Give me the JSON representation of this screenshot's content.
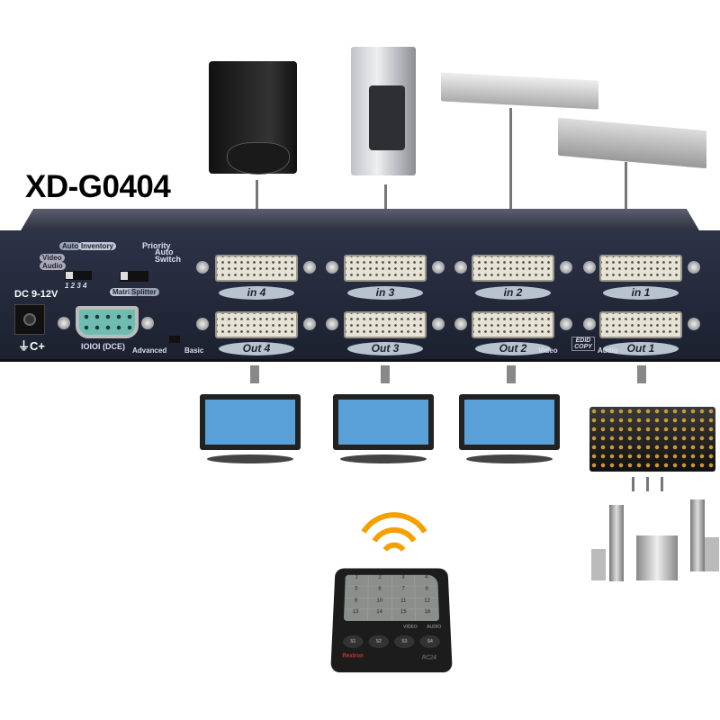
{
  "title": "XD-G0404",
  "panel": {
    "power_label": "DC 9-12V",
    "power_symbol": "⏚C+",
    "serial_label": "IOIOI (DCE)",
    "auto_label": "Auto",
    "inventory_label": "Inventory",
    "video_label": "Video",
    "audio_label": "Audio",
    "dip_numbers": "1 2 3 4",
    "priority_label": "Priority",
    "auto2_label": "Auto",
    "switch_label": "Switch",
    "matrix_label": "Matrix",
    "splitter_label": "Splitter",
    "advanced_label": "Advanced",
    "basic_label": "Basic",
    "inputs": [
      "in 4",
      "in 3",
      "in 2",
      "in 1"
    ],
    "outputs": [
      "Out 4",
      "Out 3",
      "Out 2",
      "Out 1"
    ],
    "edid_label": "EDID COPY",
    "edid_video": "Video",
    "edid_audio": "Audio"
  },
  "remote": {
    "keys": [
      "1",
      "2",
      "3",
      "4",
      "5",
      "6",
      "7",
      "8",
      "9",
      "10",
      "11",
      "12",
      "13",
      "14",
      "15",
      "16"
    ],
    "buttons": [
      "S1",
      "S2",
      "S3",
      "S4"
    ],
    "model": "RC24",
    "video_label": "VIDEO",
    "audio_label": "AUDIO",
    "brand": "Rextron"
  }
}
